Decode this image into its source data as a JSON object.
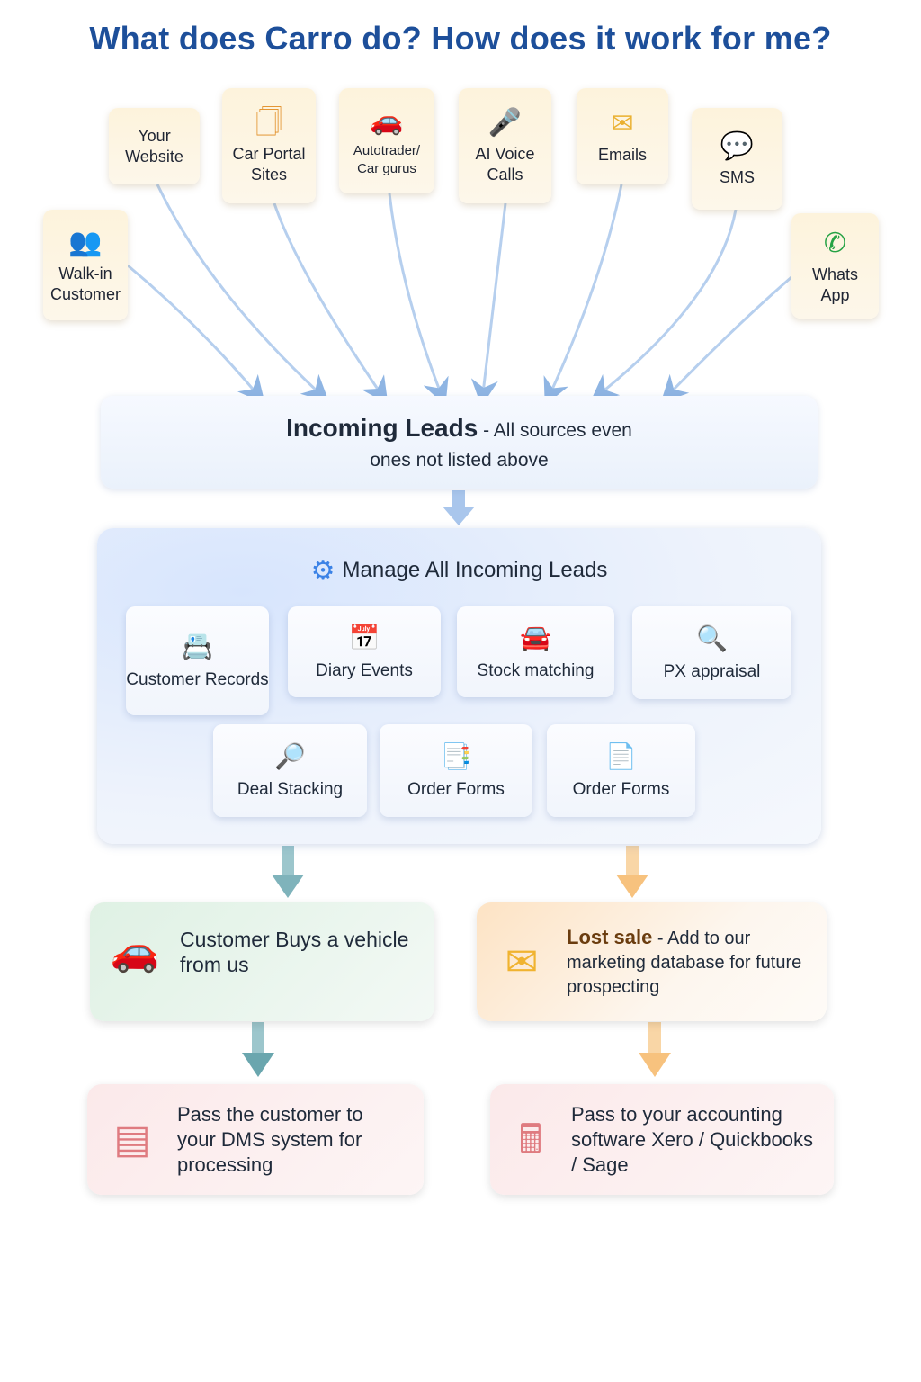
{
  "title": "What does Carro do?  How does it work for me?",
  "sources": [
    {
      "label": "Walk-in Customer",
      "icon": "person-icon"
    },
    {
      "label": "Your Website",
      "icon": ""
    },
    {
      "label": "Car Portal Sites",
      "icon": "portal-icon"
    },
    {
      "label": "Autotrader/ Car gurus",
      "icon": "car-icon"
    },
    {
      "label": "AI Voice Calls",
      "icon": "microphone-icon"
    },
    {
      "label": "Emails",
      "icon": "envelope-icon"
    },
    {
      "label": "SMS",
      "icon": "chat-bubble-icon"
    },
    {
      "label": "Whats App",
      "icon": "whatsapp-icon"
    }
  ],
  "incoming": {
    "title": "Incoming Leads",
    "rest": " - All sources even",
    "line2": "ones not listed above"
  },
  "manage": {
    "title": "Manage All Incoming Leads",
    "cards": [
      {
        "label": "Customer Records",
        "icon": "id-card-icon"
      },
      {
        "label": "Diary Events",
        "icon": "calendar-icon"
      },
      {
        "label": "Stock matching",
        "icon": "car-icon"
      },
      {
        "label": "PX appraisal",
        "icon": "magnifier-car-icon"
      },
      {
        "label": "Deal Stacking",
        "icon": "search-stack-icon"
      },
      {
        "label": "Order Forms",
        "icon": "forms-icon"
      },
      {
        "label": "Order Forms",
        "icon": "document-icon"
      }
    ]
  },
  "outcomes": {
    "buy": "Customer Buys a vehicle from us",
    "lost_bold": "Lost sale",
    "lost_rest": " - Add to our marketing database for future prospecting",
    "dms": "Pass the customer to your DMS system for processing",
    "accounting": "Pass to your accounting software Xero / Quickbooks / Sage"
  },
  "colors": {
    "title": "#1d4f9a",
    "teal": "#5fa4ad",
    "orange": "#f6c078",
    "blue_arrow": "#8fb5e3"
  }
}
